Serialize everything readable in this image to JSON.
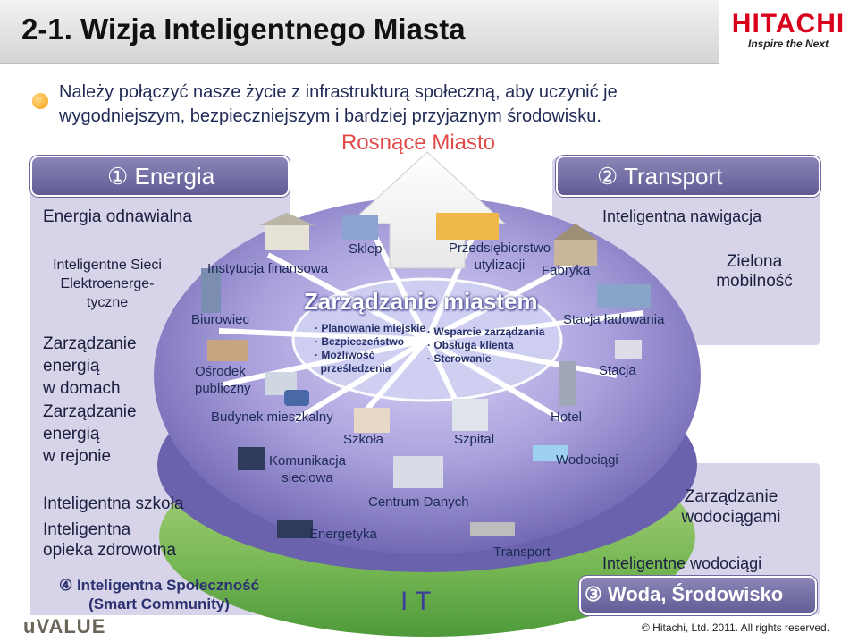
{
  "header": {
    "title": "2-1. Wizja Inteligentnego Miasta",
    "logo": "HITACHI",
    "tagline": "Inspire the Next"
  },
  "intro": {
    "line1": "Należy połączyć nasze życie z infrastrukturą społeczną, aby uczynić je",
    "line2": "wygodniejszym, bezpieczniejszym i bardziej przyjaznym środowisku."
  },
  "growing_city": "Rosnące Miasto",
  "energy": {
    "header": "① Energia",
    "renewable": "Energia odnawialna",
    "grid": [
      "Inteligentne Sieci",
      "Elektroenerge-",
      "tyczne"
    ],
    "home": [
      "Zarządzanie",
      "energią",
      "w domach"
    ],
    "region": [
      "Zarządzanie",
      "energią",
      "w rejonie"
    ],
    "school": "Inteligentna szkoła",
    "health": [
      "Inteligentna",
      "opieka zdrowotna"
    ]
  },
  "community": {
    "line1": "④ Inteligentna Społeczność",
    "line2": "(Smart Community)"
  },
  "transport": {
    "header": "② Transport",
    "navigation": "Inteligentna nawigacja",
    "mobility": [
      "Zielona",
      "mobilność"
    ]
  },
  "water": {
    "management": [
      "Zarządzanie",
      "wodociągami"
    ],
    "smart": "Inteligentne wodociągi",
    "header": "③ Woda, Środowisko"
  },
  "city": {
    "management_title": "Zarządzanie miastem",
    "left_list": [
      "Planowanie miejskie",
      "Bezpieczeństwo",
      "Możliwość",
      "prześledzenia"
    ],
    "right_list": [
      "Wsparcie zarządzania",
      "Obsługa klienta",
      "Sterowanie"
    ],
    "labels": {
      "shop": "Sklep",
      "company": [
        "Przedsiębiorstwo",
        "utylizacji"
      ],
      "factory": "Fabryka",
      "finance": "Instytucja finansowa",
      "office": "Biurowiec",
      "public": [
        "Ośrodek",
        "publiczny"
      ],
      "charging": "Stacja ładowania",
      "station": "Stacja",
      "residential": "Budynek mieszkalny",
      "school": "Szkoła",
      "hospital": "Szpital",
      "hotel": "Hotel",
      "network": [
        "Komunikacja",
        "sieciowa"
      ],
      "waterworks": "Wodociągi",
      "datacenter": "Centrum Danych",
      "power": "Energetyka",
      "transport": "Transport",
      "it": "I T"
    }
  },
  "footer": {
    "brand": "uVALUE",
    "copyright": "© Hitachi, Ltd. 2011. All rights reserved."
  },
  "colors": {
    "panel": "#d7d3e8",
    "header": "#6d68a0",
    "title_red": "#d9001b",
    "city_bg": "#8e86c6",
    "arrow_red": "#e04848"
  }
}
